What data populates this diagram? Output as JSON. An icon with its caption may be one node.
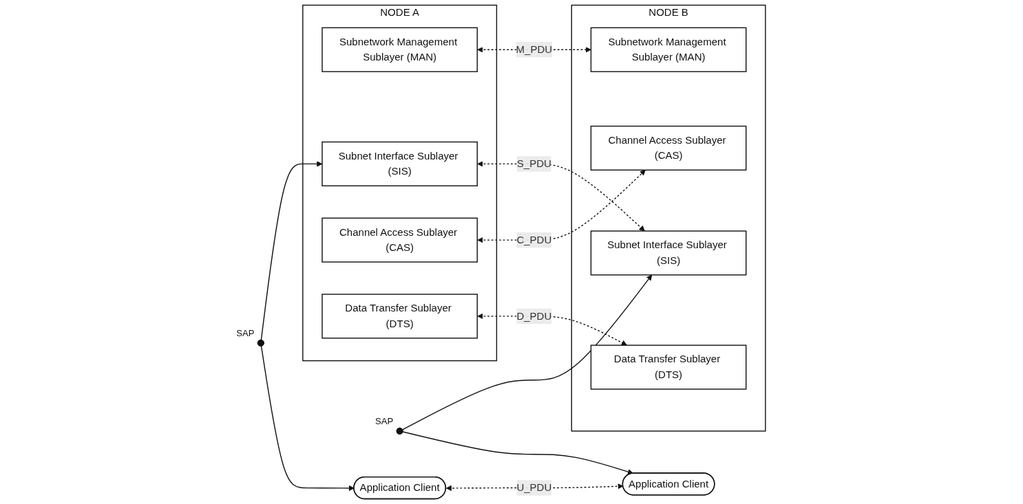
{
  "diagram": {
    "nodes": [
      {
        "text": [
          "Application Client"
        ]
      },
      {
        "text": [
          "Application Client"
        ]
      },
      {
        "text": [
          "NODE A"
        ]
      },
      {
        "text": [
          "Subnetwork Management Sublayer (MAN)"
        ],
        "in": 2
      },
      {
        "text": [
          "Subnet Interface Sublayer (SIS)"
        ],
        "in": 2
      },
      {
        "text": [
          "Channel Access Sublayer (CAS)"
        ],
        "in": 2
      },
      {
        "text": [
          "Data Transfer Sublayer (DTS)"
        ],
        "in": 2
      },
      {
        "text": [
          "NODE B"
        ]
      },
      {
        "text": [
          "Subnet Interface Sublayer (SIS)"
        ],
        "in": 7
      },
      {
        "text": [
          "Channel Access Sublayer (CAS)"
        ],
        "in": 7
      },
      {
        "text": [
          "Data Transfer Sublayer (DTS)"
        ],
        "in": 7
      },
      {
        "text": [
          "Subnetwork Management Sublayer (MAN)"
        ],
        "in": 7
      },
      {
        "text": [],
        "shape": "circle",
        "beside": [
          "SAP"
        ]
      },
      {
        "text": [],
        "shape": "circle",
        "beside": [
          "SAP"
        ]
      }
    ],
    "edges": [
      {
        "from": 0,
        "to": 1,
        "arrow": "both",
        "label": "U_PDU",
        "style": "dashed"
      },
      {
        "from": 12,
        "to": 0,
        "arrow": "to"
      },
      {
        "from": 13,
        "to": 1,
        "arrow": "to"
      },
      {
        "from": 3,
        "to": 11,
        "arrow": "both",
        "label": "M_PDU",
        "style": "dashed"
      },
      {
        "from": 12,
        "to": 4,
        "arrow": "to"
      },
      {
        "from": 13,
        "to": 8,
        "arrow": "to"
      },
      {
        "from": 4,
        "to": 8,
        "arrow": "both",
        "label": "S_PDU",
        "style": "dashed"
      },
      {
        "from": 5,
        "to": 9,
        "arrow": "both",
        "label": "C_PDU",
        "style": "dashed"
      },
      {
        "from": 6,
        "to": 10,
        "arrow": "both",
        "label": "D_PDU",
        "style": "dashed"
      }
    ]
  }
}
